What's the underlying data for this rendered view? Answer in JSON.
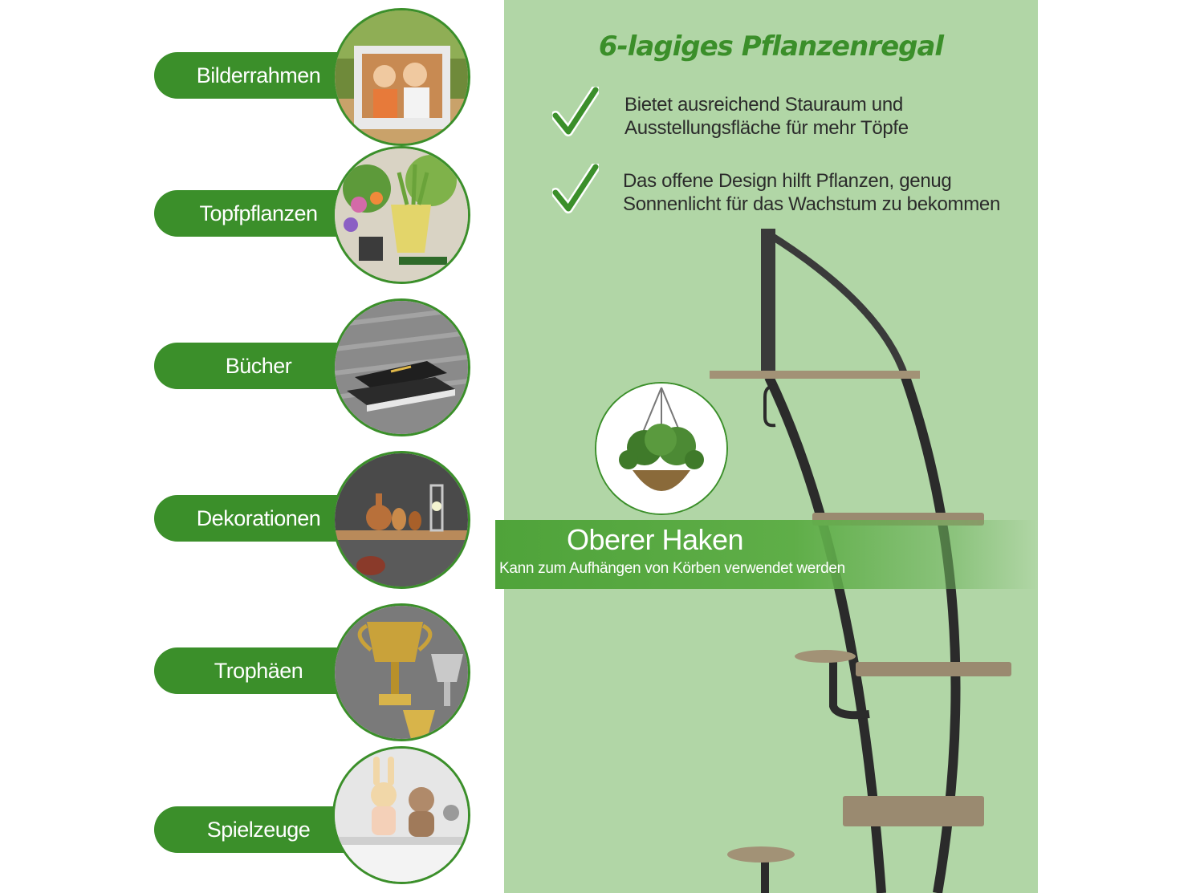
{
  "left_items": [
    {
      "label": "Bilderrahmen",
      "icon": "picture-frame-photo"
    },
    {
      "label": "Topfpflanzen",
      "icon": "potted-plants-photo"
    },
    {
      "label": "Bücher",
      "icon": "books-photo"
    },
    {
      "label": "Dekorationen",
      "icon": "decorations-photo"
    },
    {
      "label": "Trophäen",
      "icon": "trophies-photo"
    },
    {
      "label": "Spielzeuge",
      "icon": "toys-photo"
    }
  ],
  "panel": {
    "title": "6-lagiges Pflanzenregal",
    "features": [
      {
        "text": "Bietet ausreichend Stauraum und Ausstellungsfläche für mehr Töpfe"
      },
      {
        "text": "Das offene Design hilft Pflanzen, genug Sonnenlicht für das Wachstum zu bekommen"
      }
    ],
    "banner": {
      "title": "Oberer Haken",
      "subtitle": "Kann zum Aufhängen von Körben verwendet werden"
    }
  },
  "colors": {
    "brand_green": "#3b8f2a",
    "panel_bg": "#b1d6a6",
    "shelf_wood": "#9a8a70",
    "frame_metal": "#2e2e2e"
  }
}
